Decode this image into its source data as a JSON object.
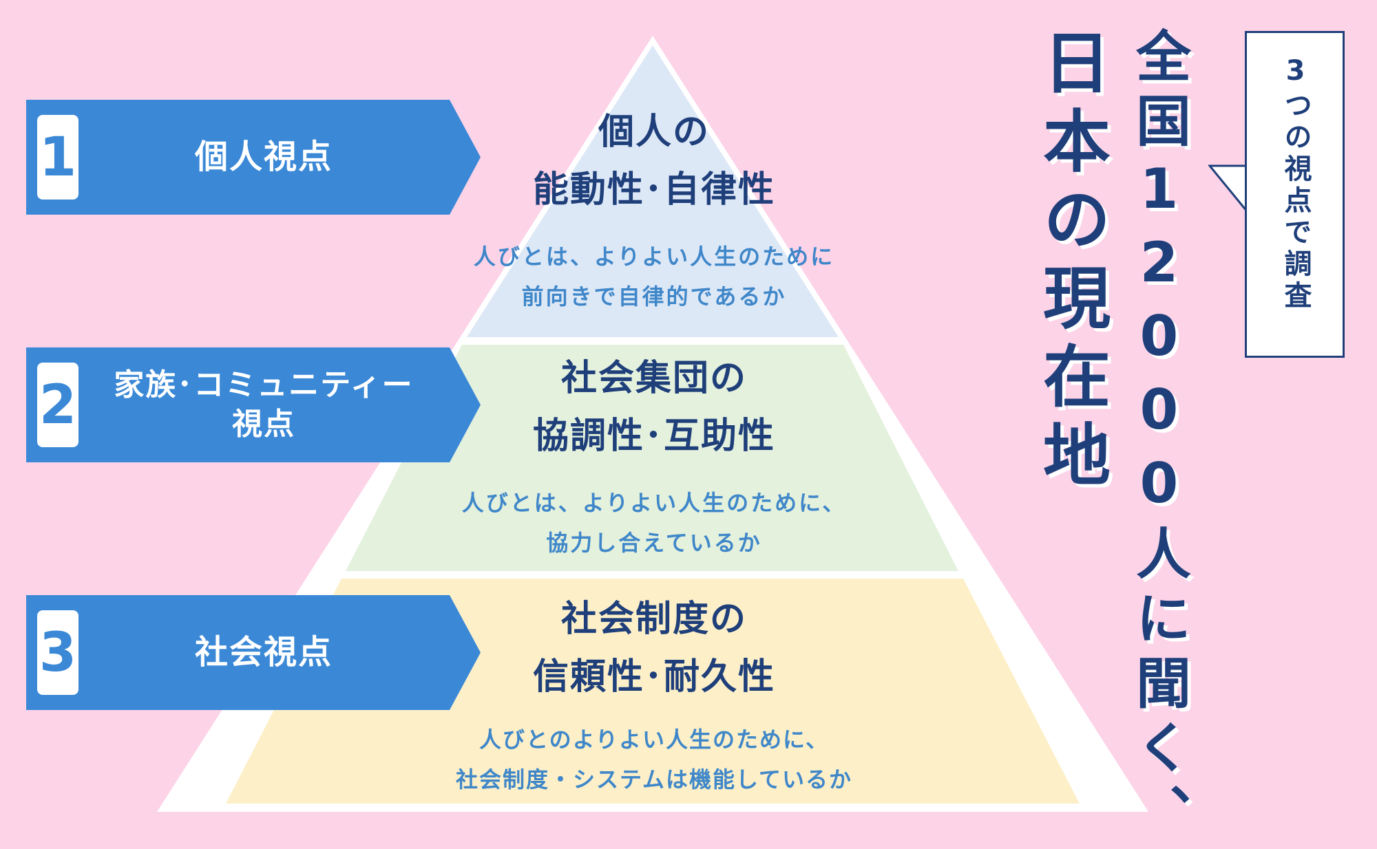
{
  "levels": [
    {
      "number": "1",
      "label": "個人視点",
      "title": "個人の\n能動性･自律性",
      "description": "人びとは、よりよい人生のために\n前向きで自律的であるか",
      "color": "#dde8f7"
    },
    {
      "number": "2",
      "label": "家族･コミュニティー\n視点",
      "title": "社会集団の\n協調性･互助性",
      "description": "人びとは、よりよい人生のために、\n協力し合えているか",
      "color": "#e4f1dd"
    },
    {
      "number": "3",
      "label": "社会視点",
      "title": "社会制度の\n信頼性･耐久性",
      "description": "人びとのよりよい人生のために、\n社会制度・システムは機能しているか",
      "color": "#fdf0c9"
    }
  ],
  "headline": {
    "line1": "全国12000人に聞く、",
    "line2": "日本の現在地"
  },
  "callout": "3つの視点で調査",
  "colors": {
    "background": "#fdd3e8",
    "arrow": "#3a88d6",
    "navy": "#1f3f7a",
    "description": "#3f87c9"
  }
}
